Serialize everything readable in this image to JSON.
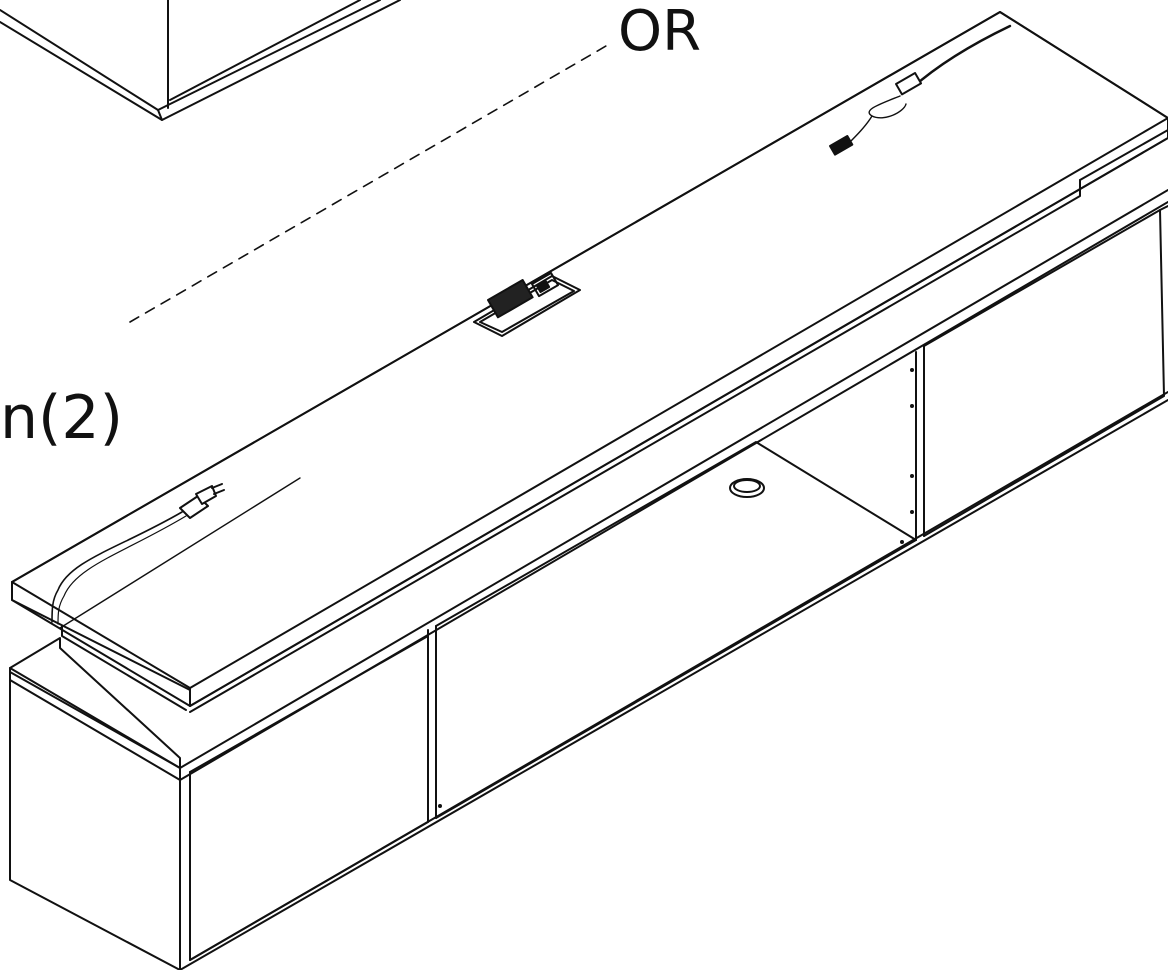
{
  "labels": {
    "or": "OR",
    "quantity": "n(2)"
  },
  "parts": {
    "top_outlet": "power-outlet-panel",
    "left_plug": "power-plug",
    "right_plug": "usb-plug"
  },
  "colors": {
    "line": "#111111",
    "paper": "#ffffff"
  }
}
